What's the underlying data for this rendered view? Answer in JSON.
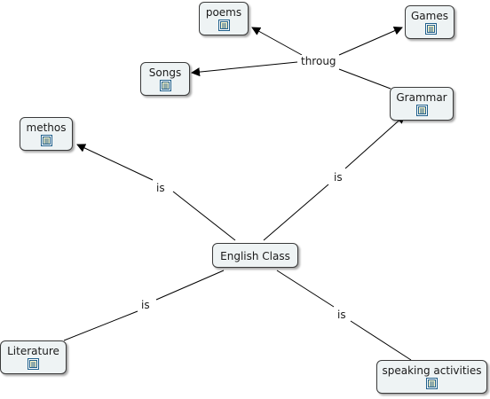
{
  "nodes": {
    "poems": "poems",
    "games": "Games",
    "songs": "Songs",
    "grammar": "Grammar",
    "methos": "methos",
    "english_class": "English Class",
    "literature": "Literature",
    "speaking": "speaking activities"
  },
  "links": {
    "throug": "throug",
    "is_methos": "is",
    "is_grammar": "is",
    "is_literature": "is",
    "is_speaking": "is"
  },
  "colors": {
    "node_fill": "#eef3f4",
    "node_border": "#3a3a3a",
    "line": "#000000",
    "doc_icon": "#1f5f8b"
  }
}
